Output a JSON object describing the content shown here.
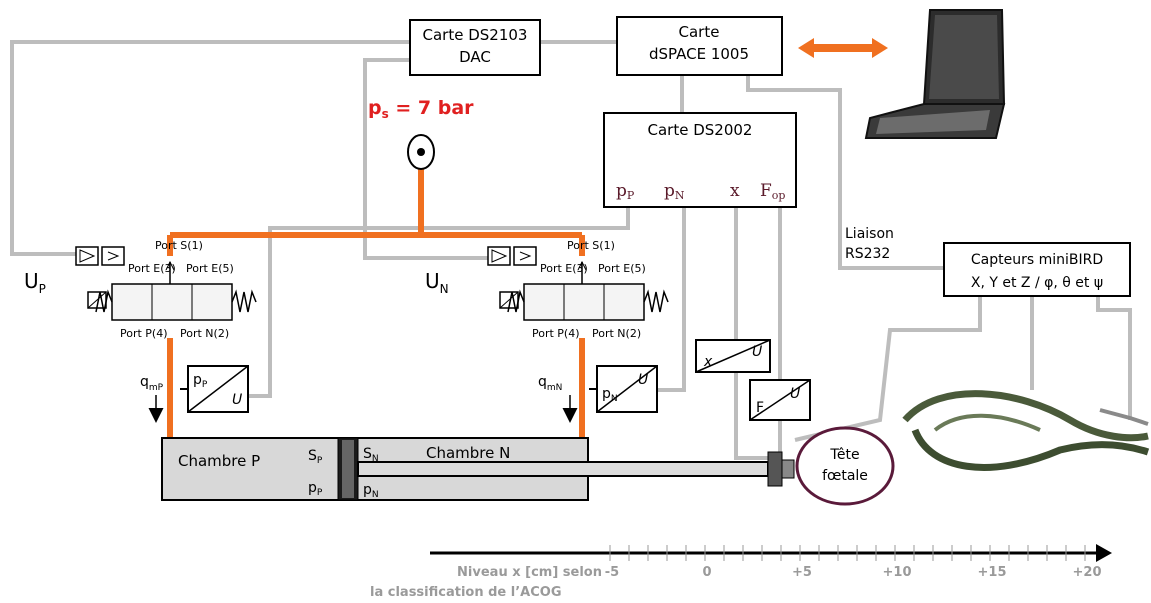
{
  "dac_card": {
    "line1": "Carte DS2103",
    "line2": "DAC"
  },
  "dspace_card": {
    "line1": "Carte",
    "line2": "dSPACE 1005"
  },
  "ds2002_card": {
    "title": "Carte DS2002",
    "pp": "pP",
    "pn": "pN",
    "x": "x",
    "fop": "Fop"
  },
  "supply_pressure": {
    "symbol": "p",
    "sub": "s",
    "rest": " = 7 bar"
  },
  "valve_ports": {
    "s1": "Port S(1)",
    "e3": "Port E(3)",
    "e5": "Port E(5)",
    "p4": "Port P(4)",
    "n2": "Port N(2)"
  },
  "signals": {
    "up": "U",
    "up_sub": "P",
    "un": "U",
    "un_sub": "N"
  },
  "flows": {
    "qmp": "q",
    "qmp_sub": "mP",
    "qmn": "q",
    "qmn_sub": "mN"
  },
  "sensors": {
    "pp": {
      "in": "pP",
      "out": "U"
    },
    "pn": {
      "in": "pN",
      "out": "U"
    },
    "x": {
      "in": "x",
      "out": "U"
    },
    "f": {
      "in": "F",
      "out": "U"
    }
  },
  "cylinder": {
    "chamber_p": "Chambre P",
    "chamber_n": "Chambre N",
    "sp": "SP",
    "sn": "SN",
    "pp": "pP",
    "pn": "pN"
  },
  "head": {
    "line1": "Tête",
    "line2": "fœtale"
  },
  "link": {
    "line1": "Liaison",
    "line2": "RS232"
  },
  "minibird": {
    "line1": "Capteurs miniBIRD",
    "line2": "X, Y et Z / φ, θ et ψ"
  },
  "scale": {
    "caption_line1": "Niveau x [cm] selon",
    "caption_line2": "la classification de l’ACOG",
    "ticks": [
      "-5",
      "0",
      "+5",
      "+10",
      "+15",
      "+20"
    ]
  },
  "colors": {
    "pipe": "#f07020",
    "wire": "#bdbdbd",
    "accent": "#e02020",
    "arrow": "#f07020"
  }
}
